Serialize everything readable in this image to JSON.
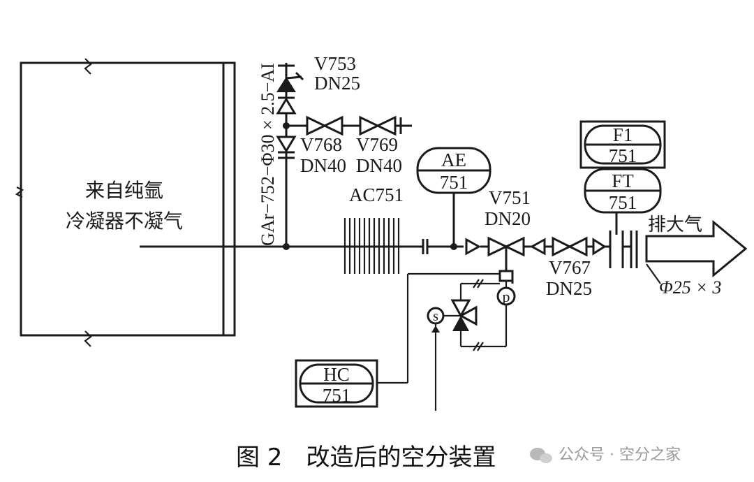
{
  "vessel": {
    "label_line1": "来自纯氩",
    "label_line2": "冷凝器不凝气"
  },
  "pipe_spec": "GAr−752−Φ30 × 2.5−AI",
  "valves": {
    "v753": {
      "tag": "V753",
      "size": "DN25"
    },
    "v768": {
      "tag": "V768",
      "size": "DN40"
    },
    "v769": {
      "tag": "V769",
      "size": "DN40"
    },
    "v751": {
      "tag": "V751",
      "size": "DN20"
    },
    "v767": {
      "tag": "V767",
      "size": "DN25"
    }
  },
  "cooler": {
    "tag": "AC751"
  },
  "instruments": {
    "ae": {
      "top": "AE",
      "bottom": "751"
    },
    "f1": {
      "top": "F1",
      "bottom": "751"
    },
    "ft": {
      "top": "FT",
      "bottom": "751"
    },
    "hc": {
      "top": "HC",
      "bottom": "751"
    },
    "p": {
      "label": "p"
    },
    "s": {
      "label": "s"
    }
  },
  "vent": {
    "label": "排大气",
    "pipe": "Φ25 × 3"
  },
  "caption": "图 2　改造后的空分装置",
  "watermark": "公众号 · 空分之家"
}
